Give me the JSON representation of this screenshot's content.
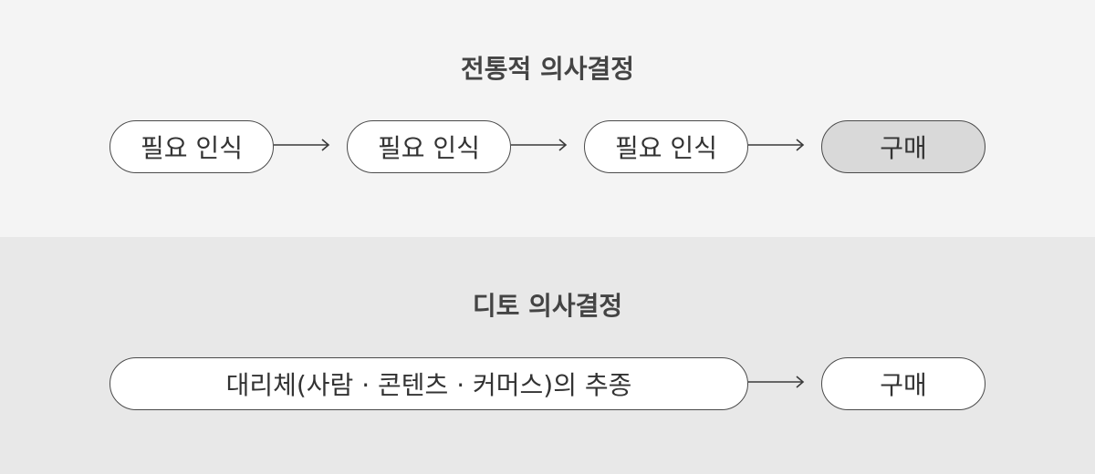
{
  "traditional": {
    "title": "전통적 의사결정",
    "steps": [
      "필요 인식",
      "필요 인식",
      "필요 인식",
      "구매"
    ]
  },
  "ditto": {
    "title": "디토 의사결정",
    "steps": [
      "대리체(사람 · 콘텐츠 · 커머스)의 추종",
      "구매"
    ]
  },
  "colors": {
    "top_bg": "#f4f4f4",
    "bottom_bg": "#e8e8e8",
    "filled_pill": "#d9d9d9"
  }
}
